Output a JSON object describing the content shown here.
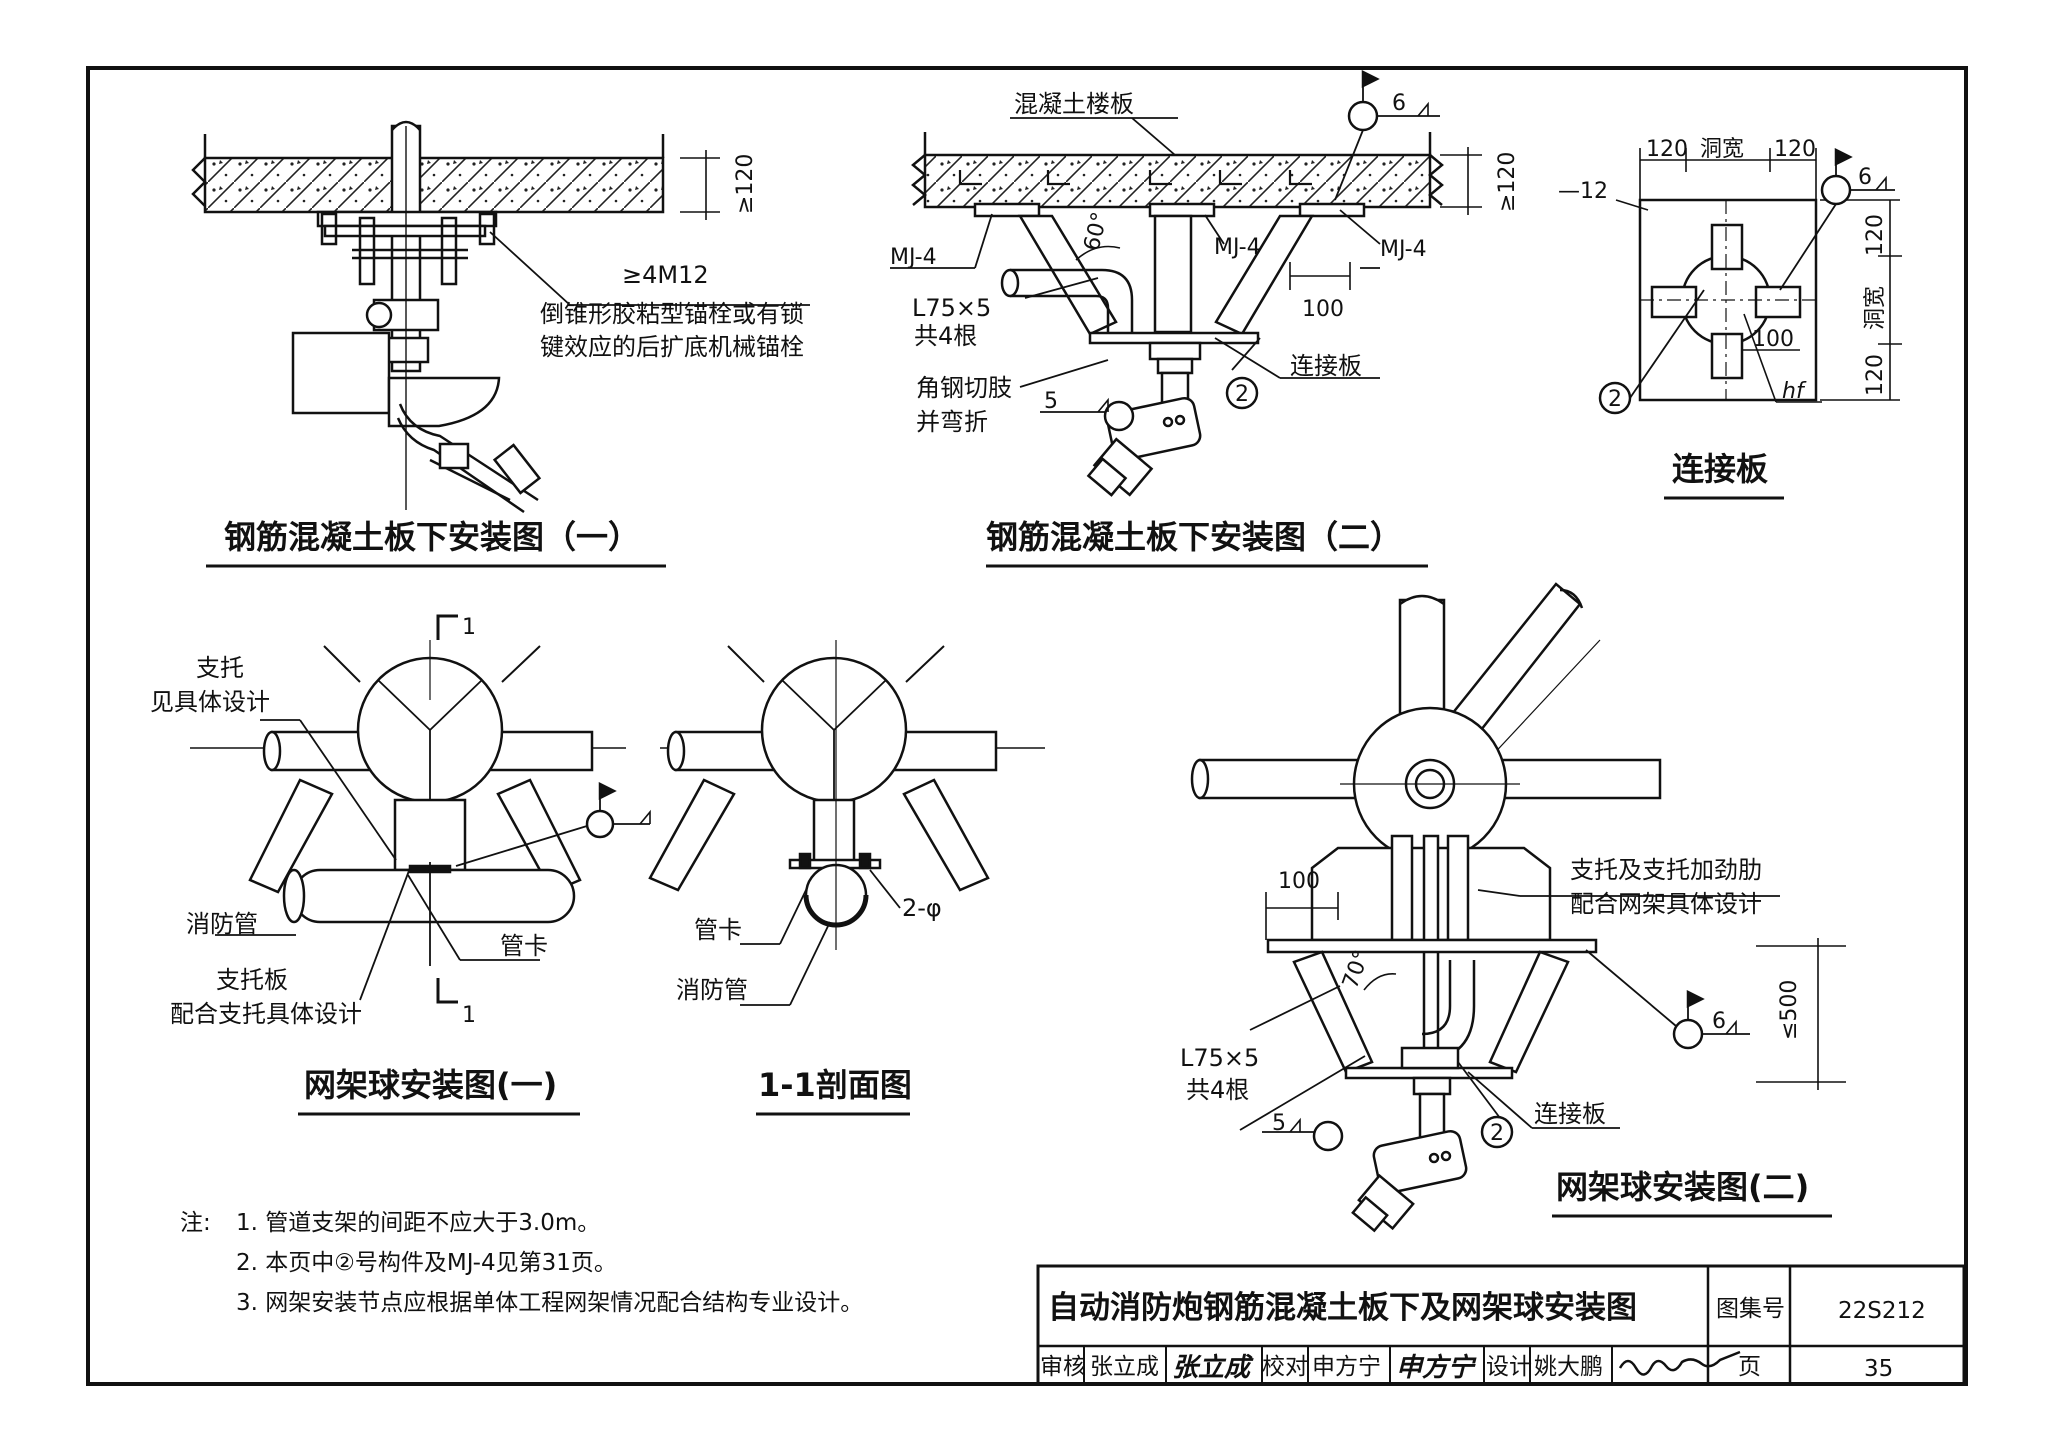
{
  "titles": {
    "fig1": "钢筋混凝土板下安装图（一）",
    "fig2": "钢筋混凝土板下安装图（二）",
    "conn": "连接板",
    "fig3": "网架球安装图(一)",
    "sec": "1-1剖面图",
    "fig4": "网架球安装图(二)"
  },
  "fig1": {
    "dim_ge120": "≥120",
    "anchor_count": "≥4M12",
    "anchor_line1": "倒锥形胶粘型锚栓或有锁",
    "anchor_line2": "键效应的后扩底机械锚栓"
  },
  "fig2": {
    "slab": "混凝土楼板",
    "weld6": "6",
    "dim_ge120": "≥120",
    "mj4_left": "MJ-4",
    "mj4_mid": "MJ-4",
    "mj4_right": "MJ-4",
    "angle60": "60°",
    "angle_steel": "L75×5",
    "count4": "共4根",
    "dim100": "100",
    "cut_line1": "角钢切肢",
    "cut_line2": "并弯折",
    "weld5": "5",
    "part2": "2",
    "plate": "连接板"
  },
  "conn": {
    "t12": "—12",
    "d120a": "120",
    "hole_w": "洞宽",
    "d120b": "120",
    "weld6": "6",
    "d120c": "120",
    "hole_w_v": "洞宽",
    "d120d": "120",
    "d100": "100",
    "part2": "2",
    "hf": "hf"
  },
  "fig3": {
    "sec_mark_top": "1",
    "sec_mark_bot": "1",
    "bracket_line1": "支托",
    "bracket_line2": "见具体设计",
    "fire_pipe": "消防管",
    "support_plate_line1": "支托板",
    "support_plate_line2": "配合支托具体设计",
    "clamp": "管卡"
  },
  "sec": {
    "clamp": "管卡",
    "fire_pipe": "消防管",
    "phi": "2-φ"
  },
  "fig4": {
    "dim100": "100",
    "bracket_line1": "支托及支托加劲肋",
    "bracket_line2": "配合网架具体设计",
    "angle70": "70°",
    "weld6": "6",
    "dim500": "≤500",
    "angle_steel": "L75×5",
    "count4": "共4根",
    "weld5": "5",
    "part2": "2",
    "plate": "连接板"
  },
  "notes": {
    "head": "注:",
    "n1": "1. 管道支架的间距不应大于3.0m。",
    "n2": "2. 本页中②号构件及MJ-4见第31页。",
    "n3": "3. 网架安装节点应根据单体工程网架情况配合结构专业设计。"
  },
  "title_block": {
    "title": "自动消防炮钢筋混凝土板下及网架球安装图",
    "atlas_label": "图集号",
    "atlas_no": "22S212",
    "review_label": "审核",
    "reviewer": "张立成",
    "review_sig": "张立成",
    "check_label": "校对",
    "checker": "申方宁",
    "check_sig": "申方宁",
    "design_label": "设计",
    "designer": "姚大鹏",
    "page_label": "页",
    "page_no": "35"
  }
}
